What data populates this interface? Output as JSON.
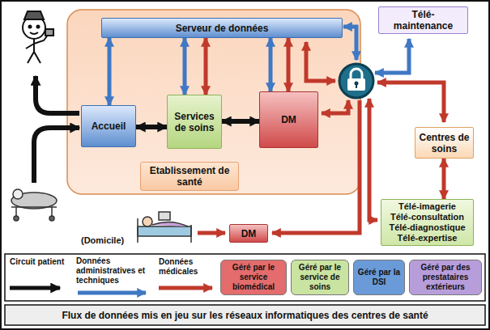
{
  "diagram": {
    "caption": "Flux de données mis en jeu sur les réseaux informatiques des centres de santé",
    "nodes": [
      {
        "text": [
          "Etablissement de santé"
        ]
      },
      {
        "text": [
          "Serveur de données"
        ],
        "in": 0
      },
      {
        "text": [
          "Accueil"
        ],
        "in": 0
      },
      {
        "text": [
          "Services de soins"
        ],
        "in": 0
      },
      {
        "text": [
          "DM"
        ],
        "in": 0
      },
      {
        "text": [
          "Télé-maintenance"
        ]
      },
      {
        "text": [
          "Centres de soins"
        ]
      },
      {
        "text": [
          "Télé-imagerie",
          "Télé-consultation",
          "Télé-diagnostique",
          "Télé-expertise"
        ]
      },
      {
        "text": [
          "DM"
        ]
      }
    ],
    "edges": [
      {
        "from": 1,
        "to": 2,
        "arrow": "both"
      },
      {
        "from": 1,
        "to": 3,
        "arrow": "both"
      },
      {
        "from": 1,
        "to": 3,
        "arrow": "both"
      },
      {
        "from": 1,
        "to": 4,
        "arrow": "both"
      },
      {
        "from": 1,
        "to": 4,
        "arrow": "both"
      },
      {
        "from": 2,
        "to": 3,
        "arrow": "both"
      },
      {
        "from": 3,
        "to": 4,
        "arrow": "both"
      },
      {
        "from": 6,
        "to": 7,
        "arrow": "both"
      }
    ],
    "labels": [
      "(Domicile)"
    ],
    "legend": [
      {
        "text": "Circuit patient"
      },
      {
        "text": "Données administratives et techniques"
      },
      {
        "text": "Données médicales"
      },
      {
        "text": "Géré par le service biomédical",
        "color": "#e46c6c"
      },
      {
        "text": "Géré par le service de soins",
        "color": "#c9e3a0"
      },
      {
        "text": "Géré par la DSI",
        "color": "#6a9ad8"
      },
      {
        "text": "Géré par des prestataires extérieurs",
        "color": "#b89ddb"
      }
    ]
  }
}
